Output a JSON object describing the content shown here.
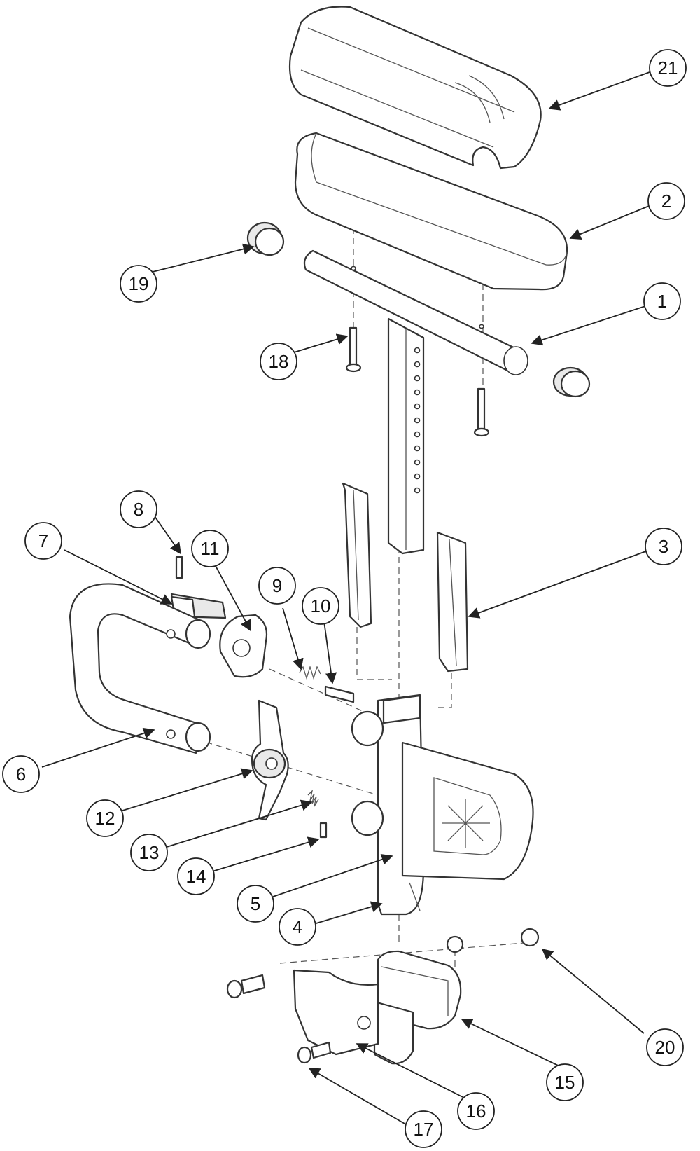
{
  "diagram": {
    "callouts": [
      {
        "number": "1"
      },
      {
        "number": "2"
      },
      {
        "number": "3"
      },
      {
        "number": "4"
      },
      {
        "number": "5"
      },
      {
        "number": "6"
      },
      {
        "number": "7"
      },
      {
        "number": "8"
      },
      {
        "number": "9"
      },
      {
        "number": "10"
      },
      {
        "number": "11"
      },
      {
        "number": "12"
      },
      {
        "number": "13"
      },
      {
        "number": "14"
      },
      {
        "number": "15"
      },
      {
        "number": "16"
      },
      {
        "number": "17"
      },
      {
        "number": "18"
      },
      {
        "number": "19"
      },
      {
        "number": "20"
      },
      {
        "number": "21"
      }
    ],
    "colors": {
      "line": "#333333",
      "shade": "#e9e9e9",
      "background": "#ffffff"
    }
  }
}
